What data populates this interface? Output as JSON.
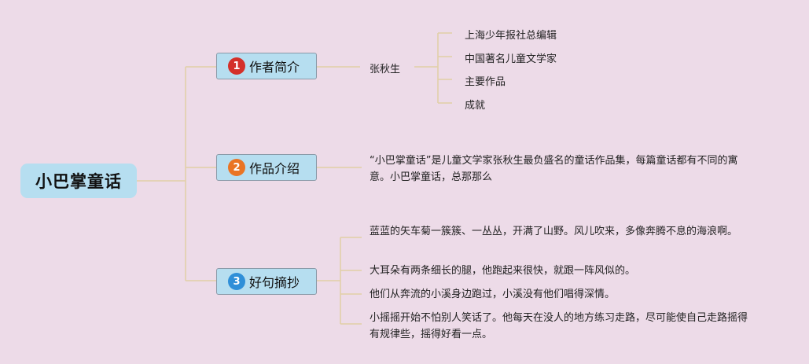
{
  "root": {
    "label": "小巴掌童话",
    "color": "#b6def0"
  },
  "line_color": "#e2cfa6",
  "topics": [
    {
      "number": "1",
      "label": "作者简介",
      "badge_color": "#d4302a"
    },
    {
      "number": "2",
      "label": "作品介绍",
      "badge_color": "#ea7424"
    },
    {
      "number": "3",
      "label": "好句摘抄",
      "badge_color": "#2f8fd8"
    }
  ],
  "author": {
    "name": "张秋生",
    "details": [
      "上海少年报社总编辑",
      "中国著名儿童文学家",
      "主要作品",
      "成就"
    ]
  },
  "intro": {
    "text": "“小巴掌童话”是儿童文学家张秋生最负盛名的童话作品集，每篇童话都有不同的寓意。小巴掌童话，总那那么"
  },
  "quotes": [
    "蓝蓝的矢车菊一簇簇、一丛丛，开满了山野。风儿吹来，多像奔腾不息的海浪啊。",
    "大耳朵有两条细长的腿，他跑起来很快，就跟一阵风似的。",
    "他们从奔流的小溪身边跑过，小溪没有他们唱得深情。",
    "小摇摇开始不怕别人笑话了。他每天在没人的地方练习走路，尽可能使自己走路摇得 有规律些，摇得好看一点。"
  ]
}
